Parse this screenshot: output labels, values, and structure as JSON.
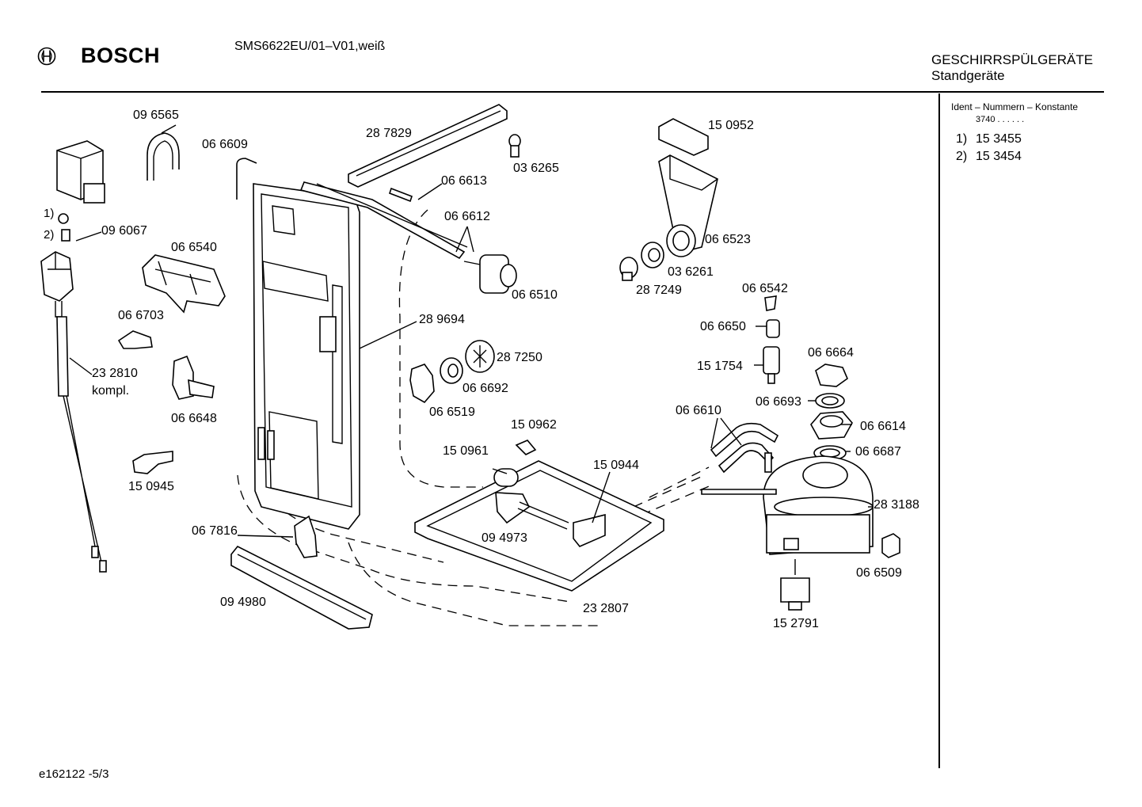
{
  "header": {
    "brand": "BOSCH",
    "model": "SMS6622EU/01–V01,weiß",
    "category": "GESCHIRRSPÜLGERÄTE",
    "subcategory": "Standgeräte",
    "logo_icon": "bosch-armature-icon"
  },
  "ident": {
    "title": "Ident – Nummern – Konstante",
    "constant": "3740 .  .  .  .  .  .",
    "variants": [
      {
        "key": "1)",
        "number": "15 3455"
      },
      {
        "key": "2)",
        "number": "15 3454"
      }
    ]
  },
  "footer": {
    "code": "e162122   -5/3"
  },
  "parts": {
    "p096565": "09 6565",
    "p066609": "06 6609",
    "p287829": "28 7829",
    "p036265": "03 6265",
    "p150952": "15 0952",
    "p066613": "06 6613",
    "p066612": "06 6612",
    "p096067": "09 6067",
    "fn1": "1)",
    "fn2": "2)",
    "p066540": "06 6540",
    "p066523": "06 6523",
    "p036261": "03 6261",
    "p287249": "28 7249",
    "p066510": "06 6510",
    "p066542": "06 6542",
    "p066703": "06 6703",
    "p289694": "28 9694",
    "p066650": "06 6650",
    "p287250": "28 7250",
    "p232810": "23 2810",
    "kompl": "kompl.",
    "p151754": "15 1754",
    "p066664": "06 6664",
    "p066692": "06 6692",
    "p066648": "06 6648",
    "p066519": "06 6519",
    "p066693": "06 6693",
    "p066610": "06 6610",
    "p150962": "15 0962",
    "p066614": "06 6614",
    "p150961": "15 0961",
    "p066687": "06 6687",
    "p150945": "15 0945",
    "p150944": "15 0944",
    "p283188": "28 3188",
    "p067816": "06 7816",
    "p094973": "09 4973",
    "p066509": "06 6509",
    "p094980": "09 4980",
    "p232807": "23 2807",
    "p152791": "15 2791"
  }
}
